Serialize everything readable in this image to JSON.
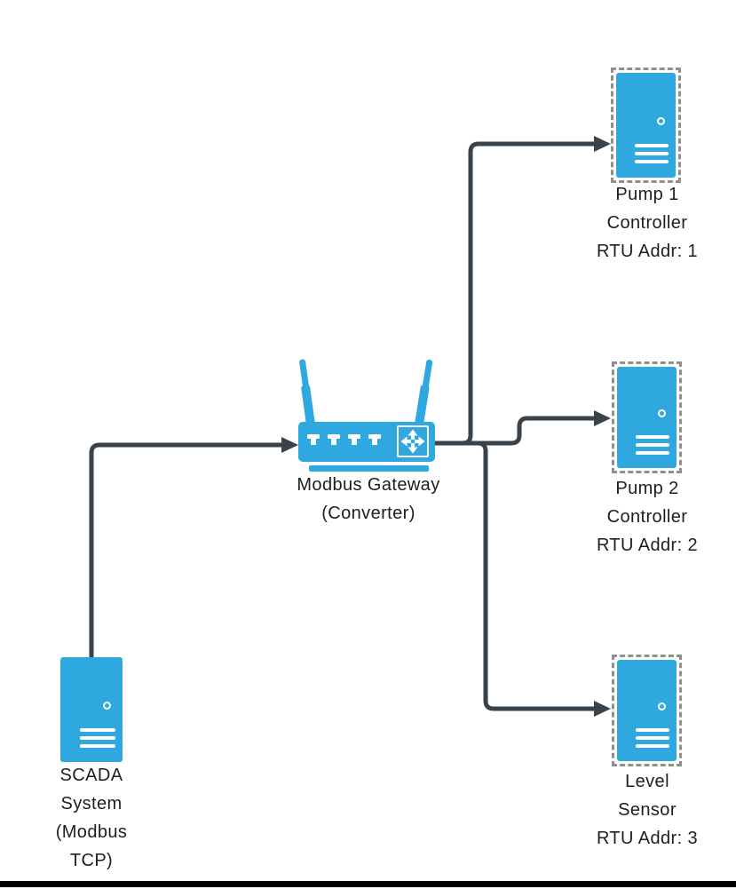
{
  "colors": {
    "accent": "#2FA8E0",
    "line": "#3A424A",
    "border": "#8F8F8F",
    "text": "#1E1E1E",
    "bar": "#000000",
    "bg": "#FFFFFF"
  },
  "nodes": {
    "scada": {
      "label": "SCADA\nSystem\n(Modbus\nTCP)",
      "icon": "server-icon"
    },
    "gateway": {
      "label": "Modbus Gateway\n(Converter)",
      "icon": "wireless-router-icon"
    },
    "pump1": {
      "label": "Pump 1\nController\nRTU Addr: 1",
      "icon": "server-icon"
    },
    "pump2": {
      "label": "Pump 2\nController\nRTU Addr: 2",
      "icon": "server-icon"
    },
    "level_sensor": {
      "label": "Level\nSensor\nRTU Addr: 3",
      "icon": "server-icon"
    }
  },
  "edges": [
    {
      "from": "scada",
      "to": "gateway",
      "arrow": "into-gateway"
    },
    {
      "from": "gateway",
      "to": "pump1",
      "arrow": "into-pump1"
    },
    {
      "from": "gateway",
      "to": "pump2",
      "arrow": "into-pump2"
    },
    {
      "from": "gateway",
      "to": "level_sensor",
      "arrow": "into-level-sensor"
    }
  ]
}
